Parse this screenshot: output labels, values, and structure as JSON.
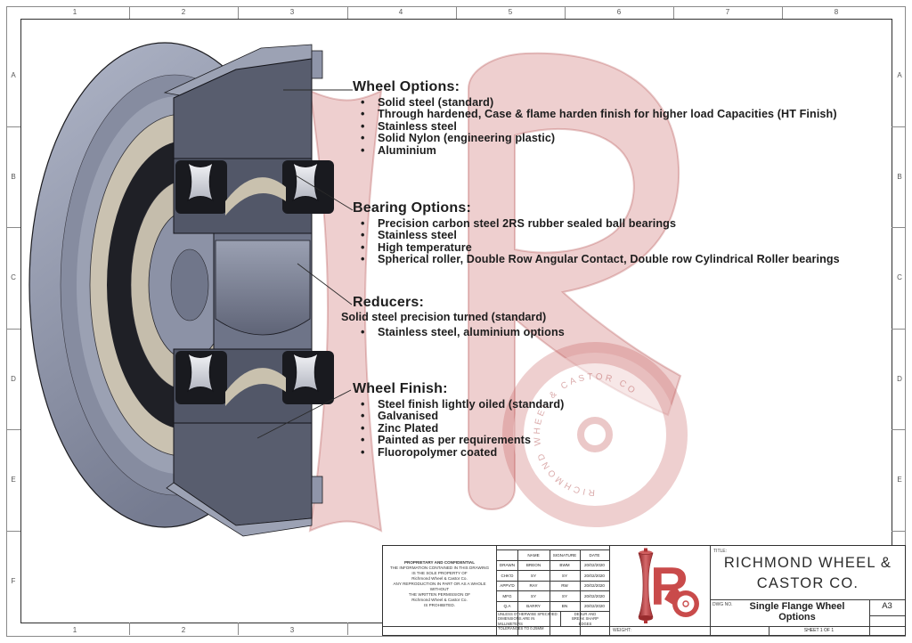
{
  "frame": {
    "columns": [
      "1",
      "2",
      "3",
      "4",
      "5",
      "6",
      "7",
      "8"
    ],
    "rows": [
      "A",
      "B",
      "C",
      "D",
      "E",
      "F"
    ]
  },
  "annotations": [
    {
      "title": "Wheel Options:",
      "bullets": [
        "Solid steel (standard)",
        "Through hardened, Case & flame harden finish for higher load Capacities (HT Finish)",
        "Stainless steel",
        "Solid Nylon (engineering plastic)",
        "Aluminium"
      ]
    },
    {
      "title": "Bearing Options:",
      "bullets": [
        "Precision carbon steel 2RS rubber sealed ball bearings",
        "Stainless steel",
        "High temperature",
        "Spherical roller, Double Row Angular Contact, Double row Cylindrical Roller bearings"
      ]
    },
    {
      "title": "Reducers:",
      "intro": "Solid steel precision turned (standard)",
      "bullets": [
        "Stainless steel, aluminium options"
      ]
    },
    {
      "title": "Wheel Finish:",
      "bullets": [
        "Steel finish lightly oiled (standard)",
        "Galvanised",
        "Zinc Plated",
        "Painted as per requirements",
        "Fluoropolymer coated"
      ]
    }
  ],
  "title_block": {
    "proprietary_lines": [
      "PROPRIETARY AND CONFIDENTIAL",
      "THE INFORMATION CONTAINED IN THIS DRAWING",
      "IS THE SOLE PROPERTY OF",
      "Richmond Wheel & Castor Co.",
      "ANY REPRODUCTION IN PART OR AS A WHOLE WITHOUT",
      "THE WRITTEN PERMISSION OF",
      "Richmond Wheel & Castor Co.",
      "IS PROHIBITED."
    ],
    "approvals": {
      "headers": [
        "",
        "NAME",
        "SIGNATURE",
        "DATE"
      ],
      "rows": [
        [
          "DRAWN",
          "BREON",
          "BWM",
          "20/02/2020"
        ],
        [
          "CHK'D",
          "SY",
          "SY",
          "20/02/2020"
        ],
        [
          "APPV'D",
          "RAY",
          "RW",
          "20/02/2020"
        ],
        [
          "MFG",
          "SY",
          "SY",
          "20/02/2020"
        ],
        [
          "Q.A",
          "BARRY",
          "BN",
          "20/02/2020"
        ]
      ]
    },
    "tolerance_lines": [
      "UNLESS OTHERWISE SPECIFIED:",
      "DIMENSIONS ARE IN MILLIMETERS",
      "TOLERANCES TO 0.25MM"
    ],
    "finish_lines": [
      "DEBUR AND",
      "BREAK SHARP",
      "EDGES"
    ],
    "weight_label": "WEIGHT:",
    "title_label": "TITLE:",
    "company_line1": "RICHMOND WHEEL &",
    "company_line2": "CASTOR CO.",
    "dwg_label": "DWG NO.",
    "dwg_title_line1": "Single Flange Wheel",
    "dwg_title_line2": "Options",
    "paper_size": "A3",
    "sheet_label": "SHEET 1 OF 1"
  },
  "watermark": {
    "ring_text": "RICHMOND WHEEL & CASTOR CO"
  },
  "colors": {
    "logo_red": "#c84a4a",
    "watermark_pink": "#e3b6b6",
    "steel_light": "#9aa0b4",
    "steel_dark": "#565b6c",
    "bearing_black": "#191a1f",
    "race_beige": "#c9c1b0"
  }
}
